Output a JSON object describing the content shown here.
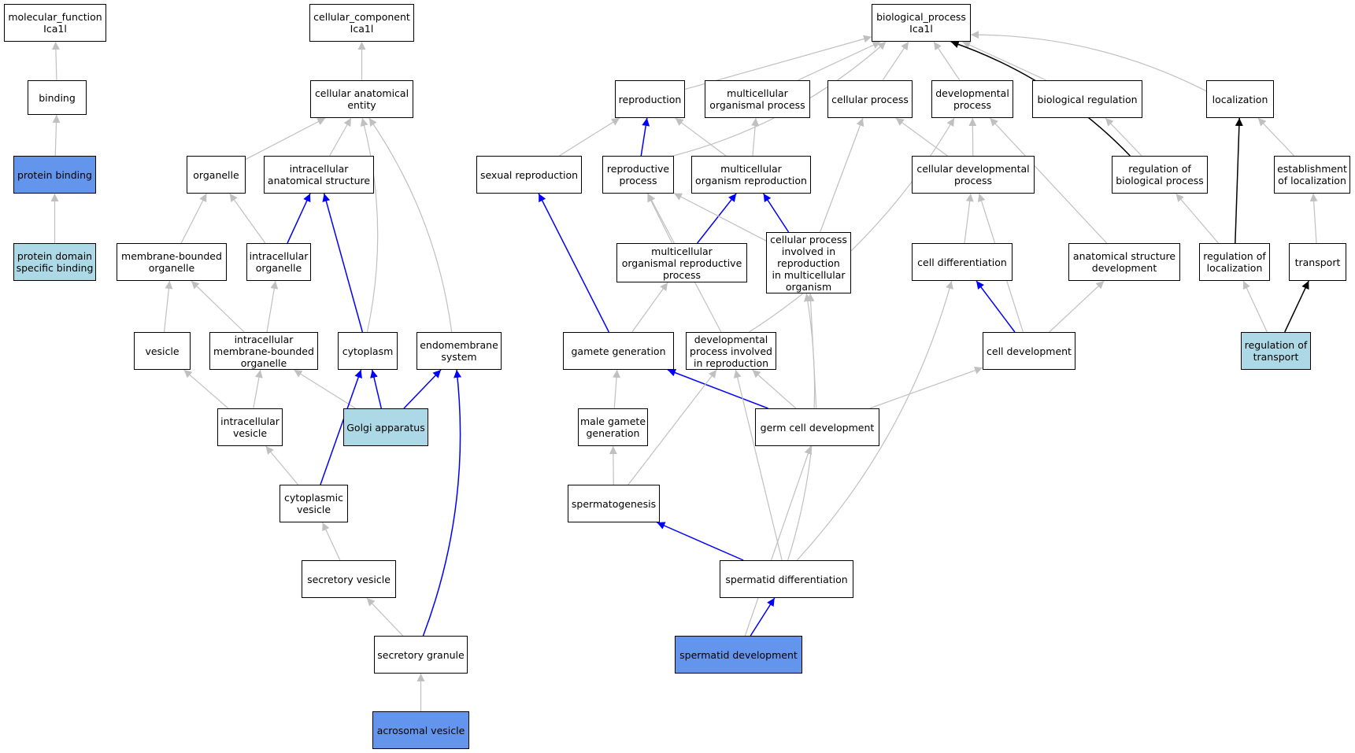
{
  "colors": {
    "selected": "#6495ED",
    "annotated": "#ADD8E6",
    "default": "#FFFFFF",
    "is_a": "#C0C0C0",
    "part_of": "#0000FF",
    "regulates": "#000000"
  },
  "nodes": [
    {
      "id": "mf",
      "label": "molecular_function\nIca1l",
      "style": "default"
    },
    {
      "id": "binding",
      "label": "binding",
      "style": "default"
    },
    {
      "id": "protbind",
      "label": "protein binding",
      "style": "selected"
    },
    {
      "id": "pdsb",
      "label": "protein domain\nspecific binding",
      "style": "annotated"
    },
    {
      "id": "cc",
      "label": "cellular_component\nIca1l",
      "style": "default"
    },
    {
      "id": "cae",
      "label": "cellular anatomical\nentity",
      "style": "default"
    },
    {
      "id": "organelle",
      "label": "organelle",
      "style": "default"
    },
    {
      "id": "ias",
      "label": "intracellular\nanatomical structure",
      "style": "default"
    },
    {
      "id": "mbo",
      "label": "membrane-bounded\norganelle",
      "style": "default"
    },
    {
      "id": "io",
      "label": "intracellular\norganelle",
      "style": "default"
    },
    {
      "id": "vesicle",
      "label": "vesicle",
      "style": "default"
    },
    {
      "id": "imbo",
      "label": "intracellular\nmembrane-bounded\norganelle",
      "style": "default"
    },
    {
      "id": "cytoplasm",
      "label": "cytoplasm",
      "style": "default"
    },
    {
      "id": "endo",
      "label": "endomembrane\nsystem",
      "style": "default"
    },
    {
      "id": "iv",
      "label": "intracellular\nvesicle",
      "style": "default"
    },
    {
      "id": "golgi",
      "label": "Golgi apparatus",
      "style": "annotated"
    },
    {
      "id": "cv",
      "label": "cytoplasmic\nvesicle",
      "style": "default"
    },
    {
      "id": "sv",
      "label": "secretory vesicle",
      "style": "default"
    },
    {
      "id": "sg",
      "label": "secretory granule",
      "style": "default"
    },
    {
      "id": "acro",
      "label": "acrosomal vesicle",
      "style": "selected"
    },
    {
      "id": "bp",
      "label": "biological_process\nIca1l",
      "style": "default"
    },
    {
      "id": "repro",
      "label": "reproduction",
      "style": "default"
    },
    {
      "id": "mop",
      "label": "multicellular\norganismal process",
      "style": "default"
    },
    {
      "id": "cp",
      "label": "cellular process",
      "style": "default"
    },
    {
      "id": "dp",
      "label": "developmental\nprocess",
      "style": "default"
    },
    {
      "id": "br",
      "label": "biological regulation",
      "style": "default"
    },
    {
      "id": "loc",
      "label": "localization",
      "style": "default"
    },
    {
      "id": "sexr",
      "label": "sexual reproduction",
      "style": "default"
    },
    {
      "id": "rp",
      "label": "reproductive\nprocess",
      "style": "default"
    },
    {
      "id": "mor",
      "label": "multicellular\norganism reproduction",
      "style": "default"
    },
    {
      "id": "cdp",
      "label": "cellular developmental\nprocess",
      "style": "default"
    },
    {
      "id": "rbp",
      "label": "regulation of\nbiological process",
      "style": "default"
    },
    {
      "id": "eol",
      "label": "establishment\nof localization",
      "style": "default"
    },
    {
      "id": "morp",
      "label": "multicellular\norganismal reproductive\nprocess",
      "style": "default"
    },
    {
      "id": "cpir",
      "label": "cellular process\ninvolved in\nreproduction\nin multicellular\norganism",
      "style": "default"
    },
    {
      "id": "celldiff",
      "label": "cell differentiation",
      "style": "default"
    },
    {
      "id": "asd",
      "label": "anatomical structure\ndevelopment",
      "style": "default"
    },
    {
      "id": "rol",
      "label": "regulation of\nlocalization",
      "style": "default"
    },
    {
      "id": "transport",
      "label": "transport",
      "style": "default"
    },
    {
      "id": "gg",
      "label": "gamete generation",
      "style": "default"
    },
    {
      "id": "dpir",
      "label": "developmental\nprocess involved\nin reproduction",
      "style": "default"
    },
    {
      "id": "celldev",
      "label": "cell development",
      "style": "default"
    },
    {
      "id": "rot",
      "label": "regulation of\ntransport",
      "style": "annotated"
    },
    {
      "id": "mgg",
      "label": "male gamete\ngeneration",
      "style": "default"
    },
    {
      "id": "gcd",
      "label": "germ cell development",
      "style": "default"
    },
    {
      "id": "spermgen",
      "label": "spermatogenesis",
      "style": "default"
    },
    {
      "id": "sd",
      "label": "spermatid differentiation",
      "style": "default"
    },
    {
      "id": "sdev",
      "label": "spermatid development",
      "style": "selected"
    }
  ],
  "edges": [
    {
      "from": "binding",
      "to": "mf",
      "type": "is_a"
    },
    {
      "from": "protbind",
      "to": "binding",
      "type": "is_a"
    },
    {
      "from": "pdsb",
      "to": "protbind",
      "type": "is_a"
    },
    {
      "from": "cae",
      "to": "cc",
      "type": "is_a"
    },
    {
      "from": "organelle",
      "to": "cae",
      "type": "is_a"
    },
    {
      "from": "ias",
      "to": "cae",
      "type": "is_a"
    },
    {
      "from": "cytoplasm",
      "to": "cae",
      "type": "is_a"
    },
    {
      "from": "endo",
      "to": "cae",
      "type": "is_a"
    },
    {
      "from": "mbo",
      "to": "organelle",
      "type": "is_a"
    },
    {
      "from": "io",
      "to": "organelle",
      "type": "is_a"
    },
    {
      "from": "io",
      "to": "ias",
      "type": "part_of"
    },
    {
      "from": "cytoplasm",
      "to": "ias",
      "type": "part_of"
    },
    {
      "from": "vesicle",
      "to": "mbo",
      "type": "is_a"
    },
    {
      "from": "imbo",
      "to": "mbo",
      "type": "is_a"
    },
    {
      "from": "imbo",
      "to": "io",
      "type": "is_a"
    },
    {
      "from": "iv",
      "to": "vesicle",
      "type": "is_a"
    },
    {
      "from": "iv",
      "to": "imbo",
      "type": "is_a"
    },
    {
      "from": "golgi",
      "to": "imbo",
      "type": "is_a"
    },
    {
      "from": "golgi",
      "to": "cytoplasm",
      "type": "part_of"
    },
    {
      "from": "golgi",
      "to": "endo",
      "type": "part_of"
    },
    {
      "from": "cv",
      "to": "iv",
      "type": "is_a"
    },
    {
      "from": "cv",
      "to": "cytoplasm",
      "type": "part_of"
    },
    {
      "from": "sv",
      "to": "cv",
      "type": "is_a"
    },
    {
      "from": "sg",
      "to": "sv",
      "type": "is_a"
    },
    {
      "from": "sg",
      "to": "endo",
      "type": "part_of"
    },
    {
      "from": "acro",
      "to": "sg",
      "type": "is_a"
    },
    {
      "from": "repro",
      "to": "bp",
      "type": "is_a"
    },
    {
      "from": "mop",
      "to": "bp",
      "type": "is_a"
    },
    {
      "from": "cp",
      "to": "bp",
      "type": "is_a"
    },
    {
      "from": "dp",
      "to": "bp",
      "type": "is_a"
    },
    {
      "from": "br",
      "to": "bp",
      "type": "is_a"
    },
    {
      "from": "loc",
      "to": "bp",
      "type": "is_a"
    },
    {
      "from": "rp",
      "to": "bp",
      "type": "is_a"
    },
    {
      "from": "rbp",
      "to": "bp",
      "type": "regulates"
    },
    {
      "from": "sexr",
      "to": "repro",
      "type": "is_a"
    },
    {
      "from": "rp",
      "to": "repro",
      "type": "part_of"
    },
    {
      "from": "mor",
      "to": "repro",
      "type": "is_a"
    },
    {
      "from": "mor",
      "to": "mop",
      "type": "is_a"
    },
    {
      "from": "cdp",
      "to": "cp",
      "type": "is_a"
    },
    {
      "from": "cdp",
      "to": "dp",
      "type": "is_a"
    },
    {
      "from": "rbp",
      "to": "br",
      "type": "is_a"
    },
    {
      "from": "eol",
      "to": "loc",
      "type": "is_a"
    },
    {
      "from": "morp",
      "to": "rp",
      "type": "is_a"
    },
    {
      "from": "morp",
      "to": "mor",
      "type": "part_of"
    },
    {
      "from": "cpir",
      "to": "rp",
      "type": "is_a"
    },
    {
      "from": "cpir",
      "to": "mor",
      "type": "part_of"
    },
    {
      "from": "cpir",
      "to": "cp",
      "type": "is_a"
    },
    {
      "from": "celldiff",
      "to": "cdp",
      "type": "is_a"
    },
    {
      "from": "asd",
      "to": "dp",
      "type": "is_a"
    },
    {
      "from": "rol",
      "to": "rbp",
      "type": "is_a"
    },
    {
      "from": "rol",
      "to": "loc",
      "type": "regulates"
    },
    {
      "from": "transport",
      "to": "eol",
      "type": "is_a"
    },
    {
      "from": "gg",
      "to": "sexr",
      "type": "part_of"
    },
    {
      "from": "gg",
      "to": "morp",
      "type": "is_a"
    },
    {
      "from": "dpir",
      "to": "rp",
      "type": "is_a"
    },
    {
      "from": "dpir",
      "to": "dp",
      "type": "is_a"
    },
    {
      "from": "celldev",
      "to": "celldiff",
      "type": "part_of"
    },
    {
      "from": "celldev",
      "to": "cdp",
      "type": "is_a"
    },
    {
      "from": "celldev",
      "to": "asd",
      "type": "is_a"
    },
    {
      "from": "rot",
      "to": "rol",
      "type": "is_a"
    },
    {
      "from": "rot",
      "to": "transport",
      "type": "regulates"
    },
    {
      "from": "mgg",
      "to": "gg",
      "type": "is_a"
    },
    {
      "from": "gcd",
      "to": "gg",
      "type": "part_of"
    },
    {
      "from": "gcd",
      "to": "dpir",
      "type": "is_a"
    },
    {
      "from": "gcd",
      "to": "cpir",
      "type": "is_a"
    },
    {
      "from": "gcd",
      "to": "celldev",
      "type": "is_a"
    },
    {
      "from": "spermgen",
      "to": "mgg",
      "type": "is_a"
    },
    {
      "from": "spermgen",
      "to": "dpir",
      "type": "is_a"
    },
    {
      "from": "sd",
      "to": "spermgen",
      "type": "part_of"
    },
    {
      "from": "sd",
      "to": "dpir",
      "type": "is_a"
    },
    {
      "from": "sd",
      "to": "cpir",
      "type": "is_a"
    },
    {
      "from": "sd",
      "to": "celldiff",
      "type": "is_a"
    },
    {
      "from": "sdev",
      "to": "sd",
      "type": "part_of"
    },
    {
      "from": "sdev",
      "to": "gcd",
      "type": "is_a"
    }
  ]
}
